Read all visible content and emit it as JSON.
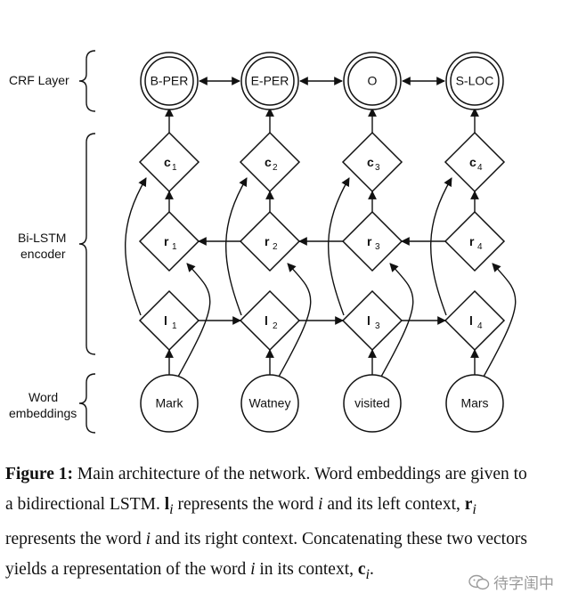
{
  "layers": {
    "crf": "CRF Layer",
    "bilstm_1": "Bi-LSTM",
    "bilstm_2": "encoder",
    "embed_1": "Word",
    "embed_2": "embeddings"
  },
  "crf_labels": [
    "B-PER",
    "E-PER",
    "O",
    "S-LOC"
  ],
  "words": [
    "Mark",
    "Watney",
    "visited",
    "Mars"
  ],
  "vectors": {
    "c": "c",
    "r": "r",
    "l": "l",
    "subs": [
      "1",
      "2",
      "3",
      "4"
    ]
  },
  "caption": {
    "fig_label": "Figure 1:",
    "t1": " Main architecture of the network. Word embeddings are given to a bidirectional LSTM. ",
    "l": "l",
    "i": "i",
    "t2": " represents the word ",
    "t3": " and its left context, ",
    "r": "r",
    "t4": " represents the word ",
    "t5": " and its right context. Concatenating these two vectors yields a representation of the word ",
    "t6": " in its context, ",
    "c": "c",
    "t7": "."
  },
  "watermark": "待字闺中"
}
